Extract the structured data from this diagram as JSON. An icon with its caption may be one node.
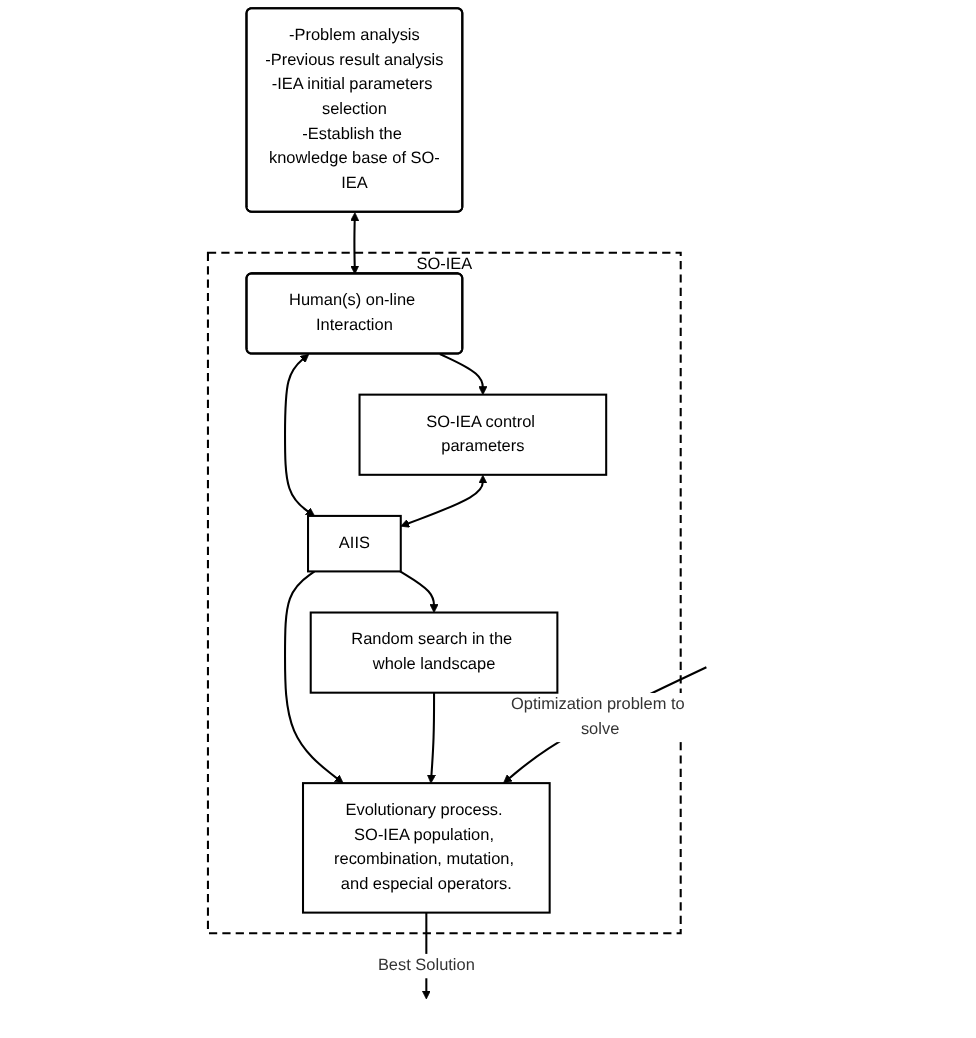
{
  "diagram": {
    "nodes": [
      {
        "text": [
          "SO-IEA"
        ]
      },
      {
        "text": [
          "-Problem analysis",
          "-Previous result analysis",
          "-IEA initial parameters selection",
          "-Establish the knowledge base of SO-IEA"
        ]
      },
      {
        "text": [
          "Human(s) on-line Interaction"
        ],
        "in": 0
      },
      {
        "text": [
          "SO-IEA control parameters"
        ],
        "in": 0
      },
      {
        "text": [
          "AIIS"
        ],
        "in": 0
      },
      {
        "text": [
          "Random search in the whole landscape"
        ],
        "in": 0
      },
      {
        "text": [
          "Evolutionary process. SO-IEA population, recombination, mutation, and especial operators."
        ],
        "in": 0
      }
    ],
    "edges": [
      {
        "from": 1,
        "to": 2,
        "arrow": "both"
      },
      {
        "from": 2,
        "to": 3,
        "arrow": "to"
      },
      {
        "from": 2,
        "to": 4,
        "arrow": "both"
      },
      {
        "from": 3,
        "to": 4,
        "arrow": "both"
      },
      {
        "from": 4,
        "to": 5,
        "arrow": "to"
      },
      {
        "from": 4,
        "to": 6,
        "arrow": "to"
      },
      {
        "from": 5,
        "to": 6,
        "arrow": "to"
      },
      {
        "from": null,
        "to": 6,
        "arrow": "to",
        "label": "Optimization problem to solve"
      },
      {
        "from": 6,
        "to": null,
        "arrow": "to",
        "label": "Best Solution"
      }
    ]
  }
}
